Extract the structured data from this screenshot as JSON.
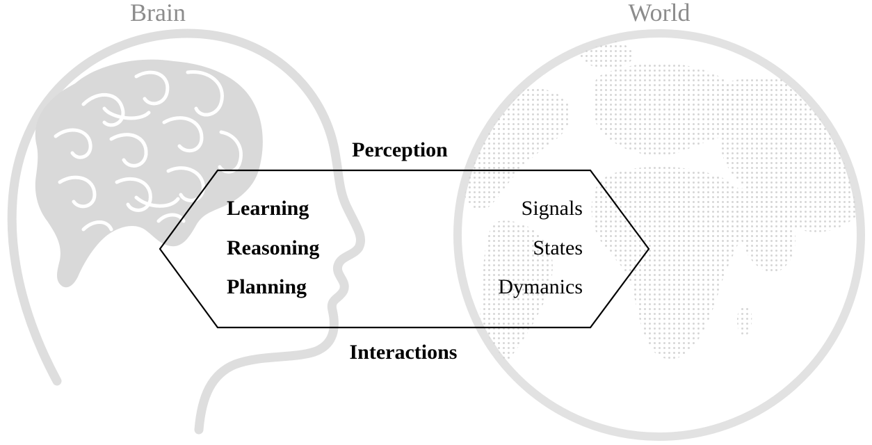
{
  "titles": {
    "left": "Brain",
    "right": "World"
  },
  "flows": {
    "top": "Perception",
    "bottom": "Interactions"
  },
  "brain_functions": [
    "Learning",
    "Reasoning",
    "Planning"
  ],
  "world_aspects": [
    "Signals",
    "States",
    "Dymanics"
  ],
  "colors": {
    "background": "#ffffff",
    "silhouette": "#dedede",
    "dots": "#d6d6d6",
    "title_text": "#8c8c8c",
    "outline": "#000000",
    "text": "#000000"
  }
}
